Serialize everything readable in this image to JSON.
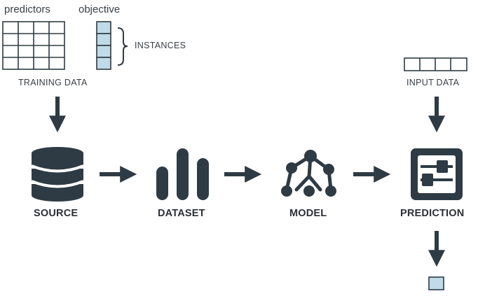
{
  "labels": {
    "predictors": "predictors",
    "objective": "objective",
    "instances": "INSTANCES",
    "training_data": "TRAINING DATA",
    "input_data": "INPUT DATA",
    "source": "SOURCE",
    "dataset": "DATASET",
    "model": "MODEL",
    "prediction": "PREDICTION"
  },
  "colors": {
    "icon_dark": "#2e3b44",
    "cell_fill": "#bfdbe8",
    "grid_stroke": "#2e3b44"
  },
  "icons": {
    "source": "database-icon",
    "dataset": "bar-chart-icon",
    "model": "tree-graph-icon",
    "prediction": "sliders-panel-icon"
  }
}
